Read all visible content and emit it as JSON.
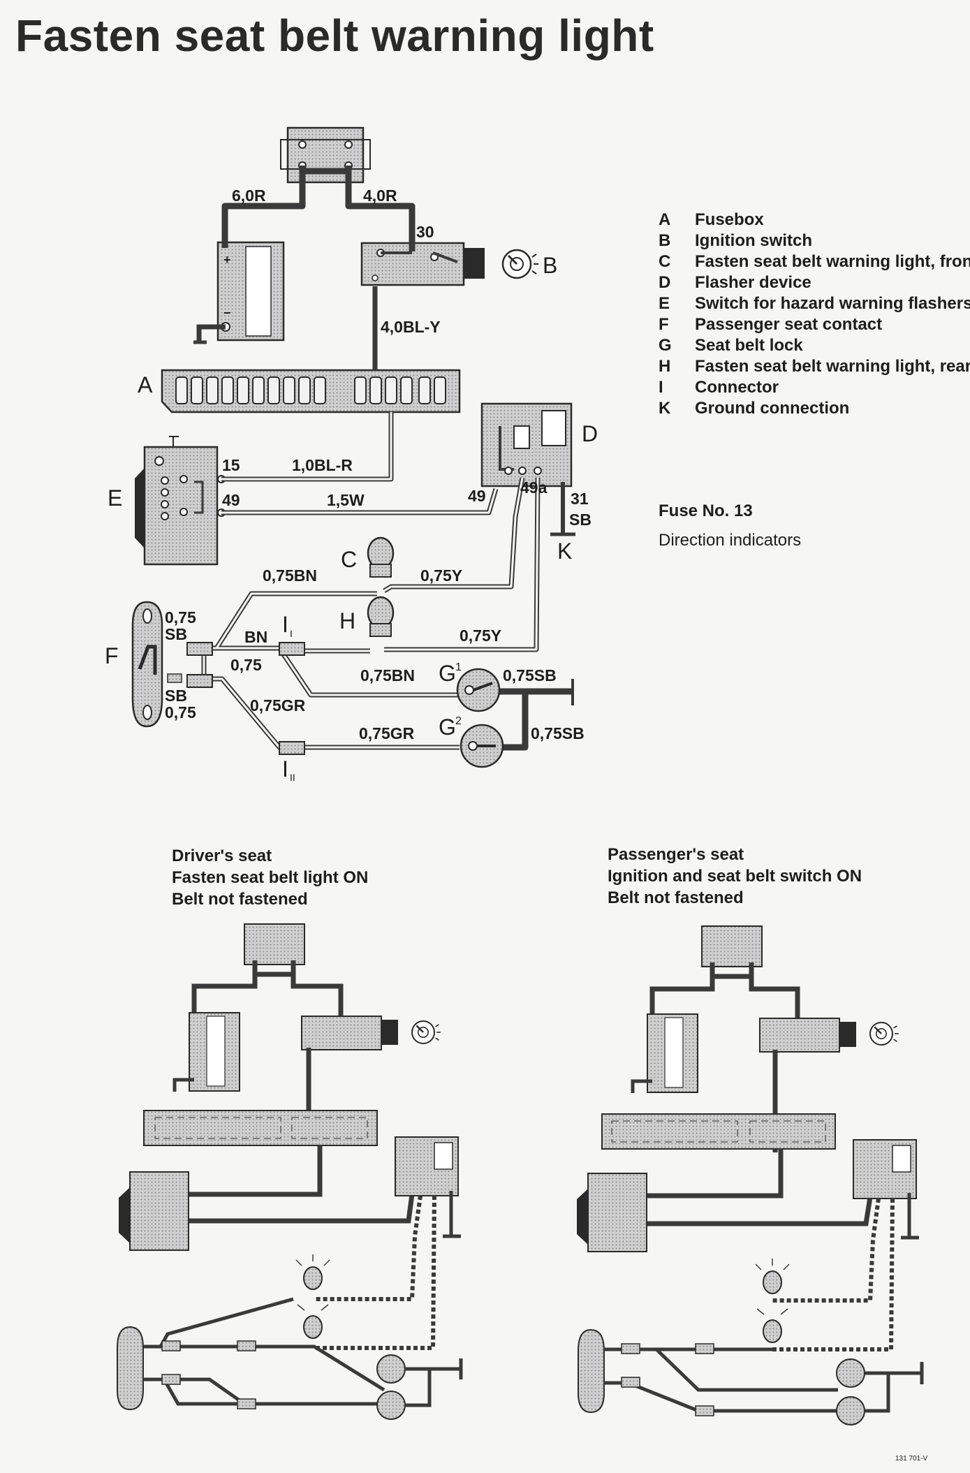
{
  "title": "Fasten seat belt warning light",
  "legend": [
    {
      "key": "A",
      "text": "Fusebox"
    },
    {
      "key": "B",
      "text": "Ignition switch"
    },
    {
      "key": "C",
      "text": "Fasten seat belt warning light, front"
    },
    {
      "key": "D",
      "text": "Flasher device"
    },
    {
      "key": "E",
      "text": "Switch for hazard warning flashers"
    },
    {
      "key": "F",
      "text": "Passenger seat contact"
    },
    {
      "key": "G",
      "text": "Seat belt lock"
    },
    {
      "key": "H",
      "text": "Fasten seat belt warning light, rear"
    },
    {
      "key": "I",
      "text": "Connector"
    },
    {
      "key": "K",
      "text": "Ground connection"
    }
  ],
  "fuse_note": "Fuse No. 13",
  "fuse_circuit": "Direction indicators",
  "main_diagram": {
    "component_letters": {
      "A": "A",
      "B": "B",
      "C": "C",
      "D": "D",
      "E": "E",
      "F": "F",
      "G1": "G",
      "G2": "G",
      "H": "H",
      "I1": "I",
      "I2": "I",
      "K": "K"
    },
    "subscripts": {
      "G1": "1",
      "G2": "2",
      "I1": "I",
      "I2": "II"
    },
    "wire_labels": {
      "w_battery": "6,0R",
      "w_ignition": "4,0R",
      "terminal_30": "30",
      "w_fuse_feed": "4,0BL-Y",
      "terminal_15": "15",
      "w_15": "1,0BL-R",
      "terminal_49_switch": "49",
      "w_49": "1,5W",
      "terminal_49_flasher": "49",
      "terminal_49a": "49a",
      "terminal_31": "31",
      "w_31": "SB",
      "w_c_left": "0,75BN",
      "w_c_right": "0,75Y",
      "w_h_right": "0,75Y",
      "f_top_size": "0,75",
      "f_top_color": "SB",
      "f_bn": "BN",
      "f_bn_size": "0,75",
      "f_bot_color": "SB",
      "f_bot_size": "0,75",
      "w_g1_left": "0,75BN",
      "w_g1_right": "0,75SB",
      "w_gr_diag": "0,75GR",
      "w_g2_left": "0,75GR",
      "w_g2_right": "0,75SB"
    }
  },
  "scenarios": [
    {
      "lines": [
        "Driver's seat",
        "Fasten seat belt light ON",
        "Belt not fastened"
      ]
    },
    {
      "lines": [
        "Passenger's seat",
        "Ignition and seat belt switch ON",
        "Belt not fastened"
      ]
    }
  ],
  "figure_code": "131 701-V",
  "colors": {
    "wire": "#3a3a3a",
    "component_fill": "#c9c9c9",
    "outline": "#2a2a2a",
    "background": "#f6f6f4"
  }
}
